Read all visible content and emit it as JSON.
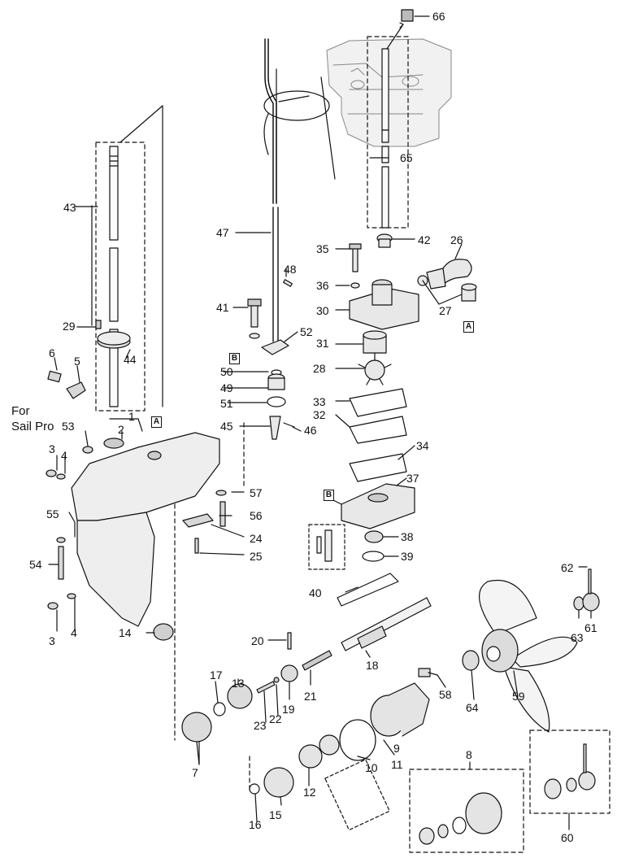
{
  "note": {
    "line1": "For",
    "line2": "Sail Pro"
  },
  "ref_markers": {
    "a": "A",
    "b": "B"
  },
  "callouts": {
    "c1": "1",
    "c2": "2",
    "c3": "3",
    "c4": "4",
    "c5": "5",
    "c6": "6",
    "c7": "7",
    "c8": "8",
    "c9": "9",
    "c10": "10",
    "c11": "11",
    "c12": "12",
    "c13": "13",
    "c14": "14",
    "c15": "15",
    "c16": "16",
    "c17": "17",
    "c18": "18",
    "c19": "19",
    "c20": "20",
    "c21": "21",
    "c22": "22",
    "c23": "23",
    "c24": "24",
    "c25": "25",
    "c26": "26",
    "c27": "27",
    "c28": "28",
    "c29": "29",
    "c30": "30",
    "c31": "31",
    "c32": "32",
    "c33": "33",
    "c34": "34",
    "c35": "35",
    "c36": "36",
    "c37": "37",
    "c38": "38",
    "c39": "39",
    "c40": "40",
    "c41": "41",
    "c42": "42",
    "c43": "43",
    "c44": "44",
    "c45": "45",
    "c46": "46",
    "c47": "47",
    "c48": "48",
    "c49": "49",
    "c50": "50",
    "c51": "51",
    "c52": "52",
    "c53": "53",
    "c54": "54",
    "c55": "55",
    "c56": "56",
    "c57": "57",
    "c58": "58",
    "c59": "59",
    "c60": "60",
    "c61": "61",
    "c62": "62",
    "c63": "63",
    "c64": "64",
    "c65": "65",
    "c66": "66"
  }
}
